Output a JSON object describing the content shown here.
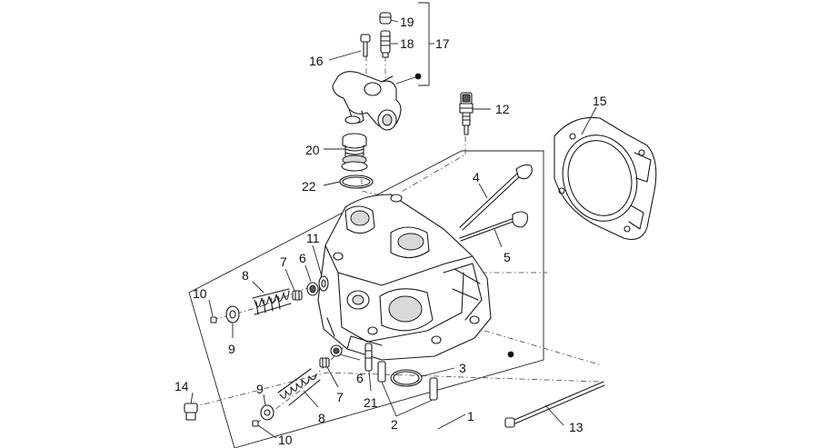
{
  "callouts": {
    "c1": "1",
    "c2": "2",
    "c3": "3",
    "c4": "4",
    "c5": "5",
    "c6a": "6",
    "c6b": "6",
    "c7a": "7",
    "c7b": "7",
    "c8a": "8",
    "c8b": "8",
    "c9a": "9",
    "c9b": "9",
    "c10a": "10",
    "c10b": "10",
    "c11": "11",
    "c12": "12",
    "c13": "13",
    "c14": "14",
    "c15": "15",
    "c16": "16",
    "c17": "17",
    "c18": "18",
    "c19": "19",
    "c20": "20",
    "c21": "21",
    "c22": "22"
  },
  "colors": {
    "line": "#1a1a1a",
    "shade": "#d9d9d9",
    "background": "#ffffff"
  }
}
